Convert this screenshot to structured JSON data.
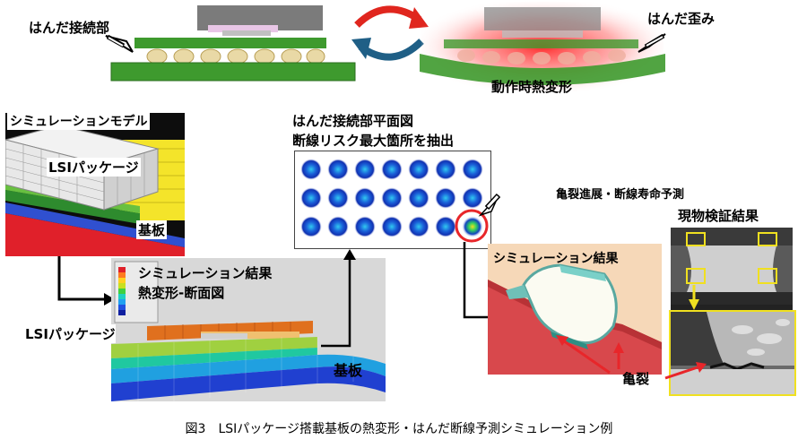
{
  "top": {
    "solder_joint_label": "はんだ接続部",
    "solder_strain_label": "はんだ歪み",
    "thermal_deformation_label": "動作時熱変形"
  },
  "model_panel": {
    "title": "シミュレーションモデル",
    "package_label": "LSIパッケージ",
    "substrate_label": "基板"
  },
  "plan_view": {
    "title_line1": "はんだ接続部平面図",
    "title_line2": "断線リスク最大箇所を抽出"
  },
  "result_panel": {
    "title_line1": "シミュレーション結果",
    "title_line2": "熱変形-断面図",
    "package_label": "LSIパッケージ",
    "substrate_label": "基板"
  },
  "crack_section": {
    "title": "亀裂進展・断線寿命予測",
    "sim_result_label": "シミュレーション結果",
    "verification_label": "現物検証結果",
    "crack_label": "亀裂"
  },
  "caption": "図3　LSIパッケージ搭載基板の熱変形・はんだ断線予測シミュレーション例",
  "colors": {
    "pcb_green": "#3e9a2e",
    "package_gray": "#7b7b7b",
    "arrow_red": "#e0261e",
    "arrow_blue": "#1f5f86",
    "highlight_red": "#e8262a"
  }
}
